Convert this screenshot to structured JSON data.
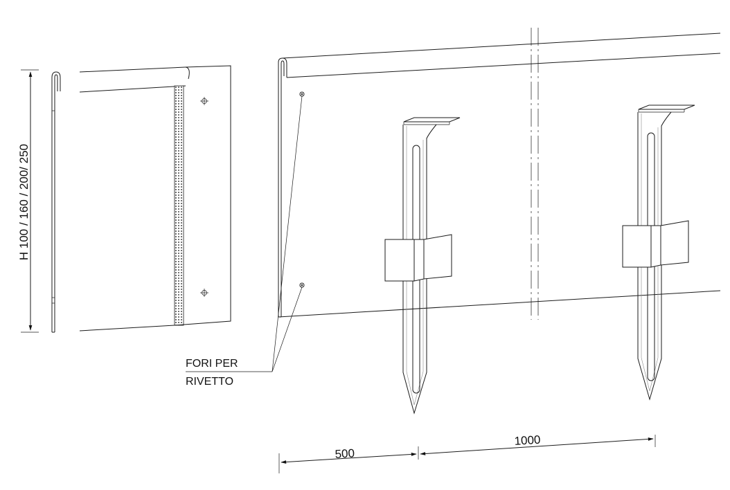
{
  "labels": {
    "height_dimension": "H 100 / 160 / 200/ 250",
    "note_line1": "FORI PER",
    "note_line2": "RIVETTO",
    "dim_spacing_first": "500",
    "dim_spacing_second": "1000"
  }
}
